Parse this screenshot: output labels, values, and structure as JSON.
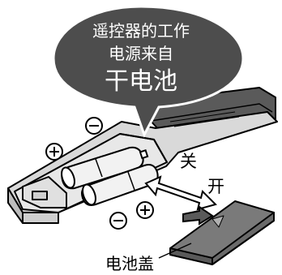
{
  "bubble": {
    "line1": "遥控器的工作",
    "line2": "电源来自",
    "line3": "干电池"
  },
  "labels": {
    "close": "关",
    "open": "开",
    "battery_cover": "电池盖"
  },
  "polarity_marks": [
    "plus-icon",
    "minus-icon"
  ],
  "colors": {
    "bubble_fill": "#4d4d4d",
    "remote_body": "#d9d9d9",
    "remote_dark": "#5a5a5a",
    "cover_fill": "#7a7a7a",
    "battery_fill": "#f2f2f2",
    "outline": "#000000"
  }
}
